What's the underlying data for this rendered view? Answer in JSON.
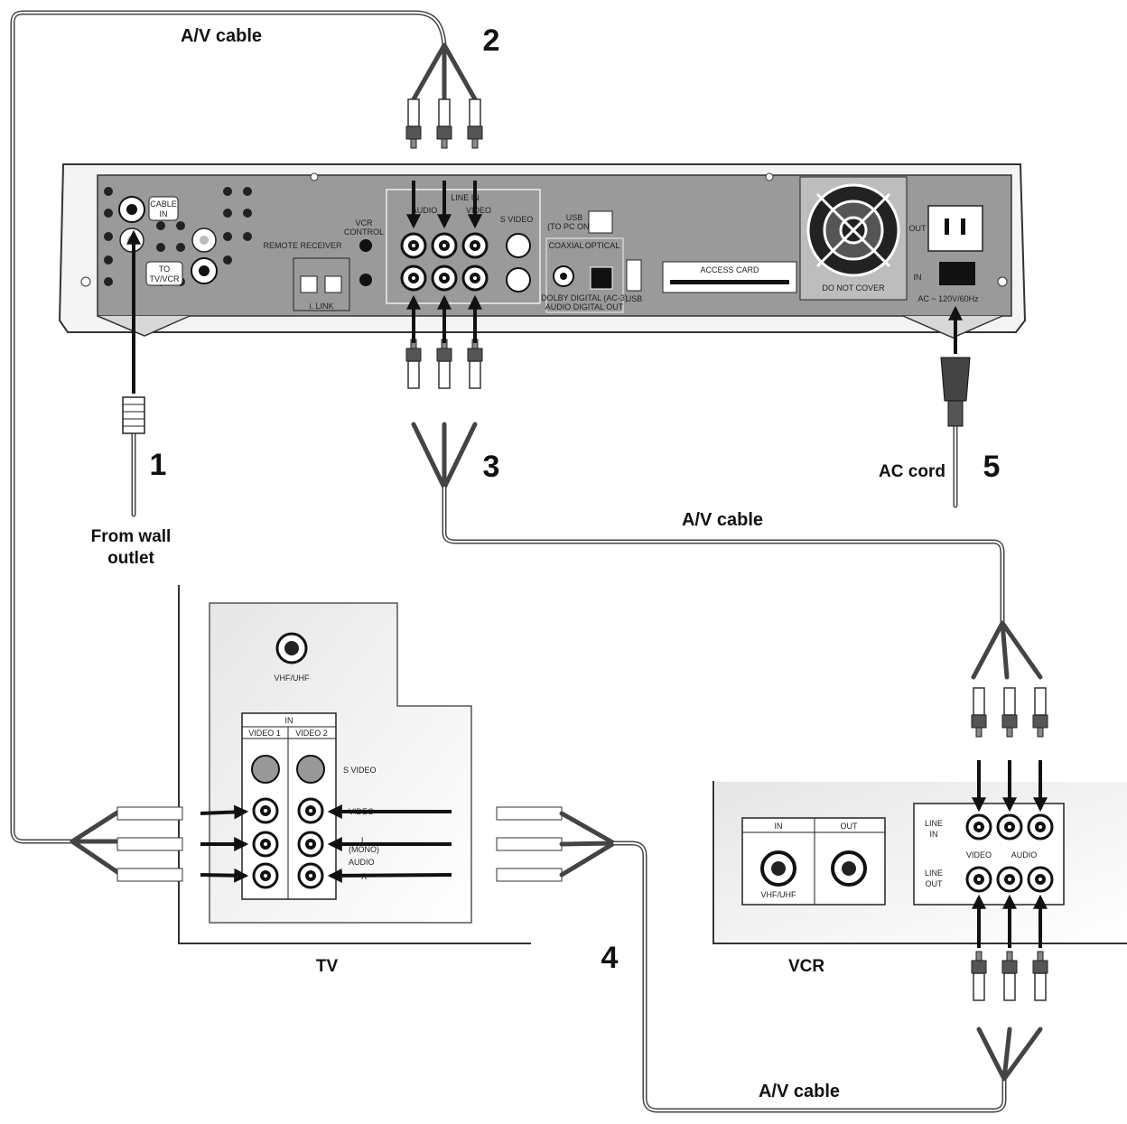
{
  "labels": {
    "av_cable_top": "A/V cable",
    "av_cable_mid": "A/V cable",
    "av_cable_bottom": "A/V cable",
    "from_wall_outlet_1": "From wall",
    "from_wall_outlet_2": "outlet",
    "ac_cord": "AC cord",
    "tv": "TV",
    "vcr": "VCR"
  },
  "steps": {
    "s1": "1",
    "s2": "2",
    "s3": "3",
    "s4": "4",
    "s5": "5"
  },
  "receiver": {
    "cable_in_1": "CABLE",
    "cable_in_2": "IN",
    "to_tv_vcr_1": "TO",
    "to_tv_vcr_2": "TV/VCR",
    "remote_receiver": "REMOTE RECEIVER",
    "vcr_control_1": "VCR",
    "vcr_control_2": "CONTROL",
    "i_link": "i. LINK",
    "line_in": "LINE IN",
    "audio": "AUDIO",
    "video": "VIDEO",
    "s_video": "S VIDEO",
    "usb_label": "USB",
    "usb_sub": "(TO PC ONLY)",
    "coaxial": "COAXIAL",
    "optical": "OPTICAL",
    "dolby": "DOLBY DIGITAL (AC-3)",
    "audio_digital_out": "AUDIO DIGITAL OUT",
    "usb2": "USB",
    "access_card": "ACCESS CARD",
    "do_not_cover": "DO NOT COVER",
    "out": "OUT",
    "in": "IN",
    "ac_rating": "AC ~ 120V/60Hz"
  },
  "tv_panel": {
    "vhf_uhf": "VHF/UHF",
    "in": "IN",
    "video1": "VIDEO 1",
    "video2": "VIDEO 2",
    "s_video": "S VIDEO",
    "video": "VIDEO",
    "l": "L",
    "mono": "(MONO)",
    "audio": "AUDIO",
    "r": "R"
  },
  "vcr_panel": {
    "in": "IN",
    "out": "OUT",
    "vhf_uhf": "VHF/UHF",
    "line_in_1": "LINE",
    "line_in_2": "IN",
    "line_out_1": "LINE",
    "line_out_2": "OUT",
    "video": "VIDEO",
    "audio": "AUDIO"
  }
}
